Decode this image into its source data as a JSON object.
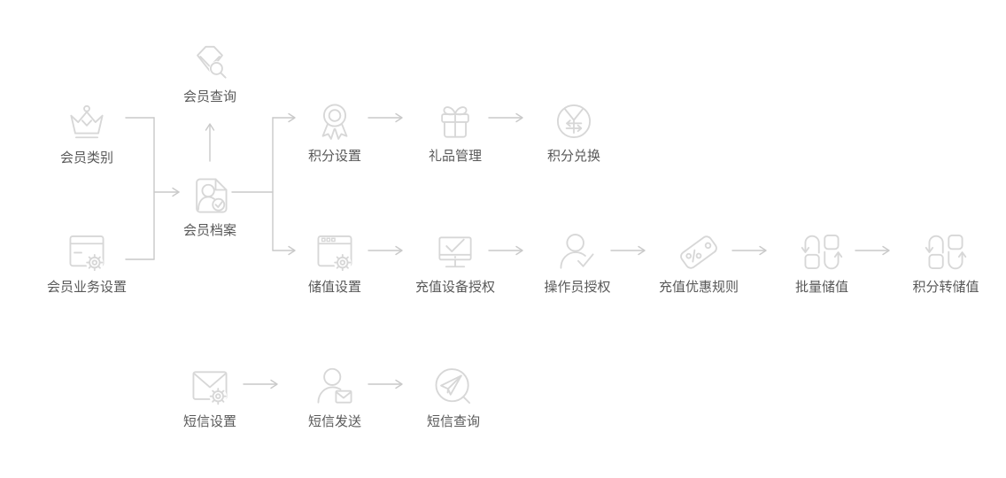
{
  "palette": {
    "background": "#ffffff",
    "icon_stroke": "#d7d7d7",
    "connector": "#c9c9c9",
    "label_color": "#595959"
  },
  "nodes": {
    "member_category": {
      "label": "会员类别",
      "icon": "crown-icon"
    },
    "member_business_setting": {
      "label": "会员业务设置",
      "icon": "card-gear-icon"
    },
    "member_query": {
      "label": "会员查询",
      "icon": "gem-search-icon"
    },
    "member_file": {
      "label": "会员档案",
      "icon": "profile-document-check-icon"
    },
    "points_setting": {
      "label": "积分设置",
      "icon": "medal-icon"
    },
    "gift_management": {
      "label": "礼品管理",
      "icon": "gift-icon"
    },
    "points_exchange": {
      "label": "积分兑换",
      "icon": "yen-exchange-icon"
    },
    "stored_value_setting": {
      "label": "储值设置",
      "icon": "browser-gear-icon"
    },
    "recharge_device_auth": {
      "label": "充值设备授权",
      "icon": "monitor-check-icon"
    },
    "operator_auth": {
      "label": "操作员授权",
      "icon": "person-check-icon"
    },
    "recharge_discount_rules": {
      "label": "充值优惠规则",
      "icon": "tag-percent-icon"
    },
    "batch_stored_value": {
      "label": "批量储值",
      "icon": "swap-squares-icon"
    },
    "points_to_stored_value": {
      "label": "积分转储值",
      "icon": "swap-squares-icon"
    },
    "sms_setting": {
      "label": "短信设置",
      "icon": "mail-gear-icon"
    },
    "sms_send": {
      "label": "短信发送",
      "icon": "person-mail-icon"
    },
    "sms_query": {
      "label": "短信查询",
      "icon": "plane-search-icon"
    }
  },
  "edges": [
    {
      "from": "member_category",
      "to": "member_file"
    },
    {
      "from": "member_business_setting",
      "to": "member_file"
    },
    {
      "from": "member_file",
      "to": "member_query"
    },
    {
      "from": "member_file",
      "to": "points_setting"
    },
    {
      "from": "member_file",
      "to": "stored_value_setting"
    },
    {
      "from": "points_setting",
      "to": "gift_management"
    },
    {
      "from": "gift_management",
      "to": "points_exchange"
    },
    {
      "from": "stored_value_setting",
      "to": "recharge_device_auth"
    },
    {
      "from": "recharge_device_auth",
      "to": "operator_auth"
    },
    {
      "from": "operator_auth",
      "to": "recharge_discount_rules"
    },
    {
      "from": "recharge_discount_rules",
      "to": "batch_stored_value"
    },
    {
      "from": "batch_stored_value",
      "to": "points_to_stored_value"
    },
    {
      "from": "sms_setting",
      "to": "sms_send"
    },
    {
      "from": "sms_send",
      "to": "sms_query"
    }
  ]
}
